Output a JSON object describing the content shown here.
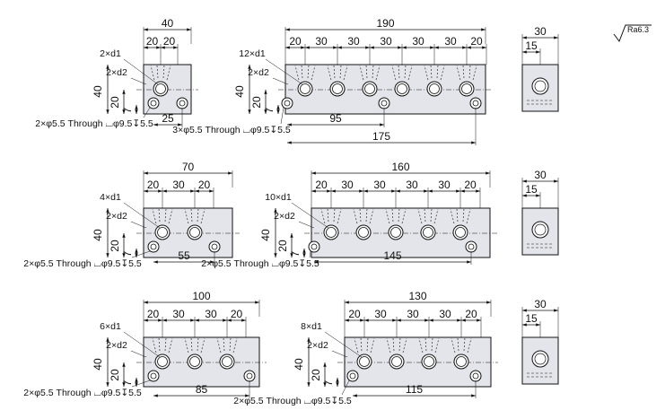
{
  "surface_roughness": "Ra6.3",
  "drawings": [
    {
      "id": "2-port",
      "overall_width": "40",
      "pitches": [
        "20",
        "20"
      ],
      "height": "40",
      "d1_label": "2×d1",
      "d2_label": "2×d2",
      "side_dims": [
        "20",
        "7"
      ],
      "mount_pitch": "25",
      "mount_label": "2×φ5.5 Through ⌴φ9.5↧5.5"
    },
    {
      "id": "12-port",
      "overall_width": "190",
      "pitches": [
        "20",
        "30",
        "30",
        "30",
        "30",
        "30",
        "20"
      ],
      "height": "40",
      "d1_label": "12×d1",
      "d2_label": "2×d2",
      "side_dims": [
        "20",
        "7"
      ],
      "mount_pitch": "95",
      "mount_pitch_2": "175",
      "mount_label": "3×φ5.5 Through ⌴φ9.5↧5.5"
    },
    {
      "id": "4-port",
      "overall_width": "70",
      "pitches": [
        "20",
        "30",
        "20"
      ],
      "height": "40",
      "d1_label": "4×d1",
      "d2_label": "2×d2",
      "side_dims": [
        "20",
        "7"
      ],
      "mount_pitch": "55",
      "mount_label": "2×φ5.5 Through ⌴φ9.5↧5.5"
    },
    {
      "id": "10-port",
      "overall_width": "160",
      "pitches": [
        "20",
        "30",
        "30",
        "30",
        "30",
        "20"
      ],
      "height": "40",
      "d1_label": "10×d1",
      "d2_label": "2×d2",
      "side_dims": [
        "20",
        "7"
      ],
      "mount_pitch": "145",
      "mount_label": "2×φ5.5 Through ⌴φ9.5↧5.5"
    },
    {
      "id": "6-port",
      "overall_width": "100",
      "pitches": [
        "20",
        "30",
        "30",
        "20"
      ],
      "height": "40",
      "d1_label": "6×d1",
      "d2_label": "2×d2",
      "side_dims": [
        "20",
        "7"
      ],
      "mount_pitch": "85",
      "mount_label": "2×φ5.5 Through ⌴φ9.5↧5.5"
    },
    {
      "id": "8-port",
      "overall_width": "130",
      "pitches": [
        "20",
        "30",
        "30",
        "30",
        "20"
      ],
      "height": "40",
      "d1_label": "8×d1",
      "d2_label": "2×d2",
      "side_dims": [
        "20",
        "7"
      ],
      "mount_pitch": "115",
      "mount_label": "2×φ5.5 Through ⌴φ9.5↧5.5"
    }
  ],
  "side_views": [
    {
      "id": "side-row-1",
      "width": "30",
      "half": "15"
    },
    {
      "id": "side-row-2",
      "width": "30",
      "half": "15"
    },
    {
      "id": "side-row-3",
      "width": "30",
      "half": "15"
    }
  ],
  "colors": {
    "body": "#e3e5ea",
    "line": "#111111"
  }
}
